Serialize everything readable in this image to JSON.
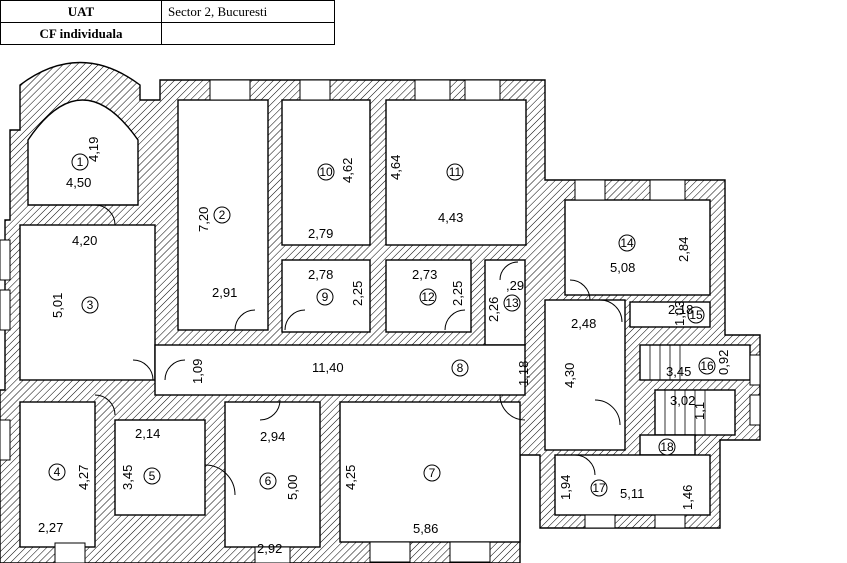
{
  "header": {
    "row1_label": "UAT",
    "row1_value": "Sector 2, Bucuresti",
    "row2_label": "CF individuala",
    "row2_value": ""
  },
  "rooms": [
    {
      "id": "1",
      "label": "1"
    },
    {
      "id": "2",
      "label": "2"
    },
    {
      "id": "3",
      "label": "3"
    },
    {
      "id": "4",
      "label": "4"
    },
    {
      "id": "5",
      "label": "5"
    },
    {
      "id": "6",
      "label": "6"
    },
    {
      "id": "7",
      "label": "7"
    },
    {
      "id": "8",
      "label": "8"
    },
    {
      "id": "9",
      "label": "9"
    },
    {
      "id": "10",
      "label": "10"
    },
    {
      "id": "11",
      "label": "11"
    },
    {
      "id": "12",
      "label": "12"
    },
    {
      "id": "13",
      "label": "13"
    },
    {
      "id": "14",
      "label": "14"
    },
    {
      "id": "15",
      "label": "15"
    },
    {
      "id": "16",
      "label": "16"
    },
    {
      "id": "17",
      "label": "17"
    },
    {
      "id": "18",
      "label": "18"
    }
  ],
  "dimensions": {
    "d1a": "4,19",
    "d1b": "4,50",
    "d2a": "7,20",
    "d2b": "2,91",
    "d3a": "4,20",
    "d3b": "5,01",
    "d4a": "4,27",
    "d4b": "2,27",
    "d5a": "2,14",
    "d5b": "3,45",
    "d6a": "2,94",
    "d6b": "5,00",
    "d6c": "2,92",
    "d7a": "4,25",
    "d7b": "5,86",
    "d8a": "1,09",
    "d8b": "11,40",
    "d8c": "1,18",
    "d9a": "2,78",
    "d9b": "2,25",
    "d10a": "4,62",
    "d10b": "2,79",
    "d11a": "4,64",
    "d11b": "4,43",
    "d12a": "2,73",
    "d12b": "2,25",
    "d13a": ",29",
    "d13b": "2,26",
    "d14a": "5,08",
    "d14b": "2,84",
    "d15a": "2,18",
    "d15b": "1,03",
    "d16a": "3,45",
    "d16b": "0,92",
    "dsa": "2,48",
    "dsb": "4,30",
    "dsc": "3,02",
    "dsd": "1,1",
    "d17a": "1,94",
    "d17b": "5,11",
    "d17c": "1,46"
  }
}
